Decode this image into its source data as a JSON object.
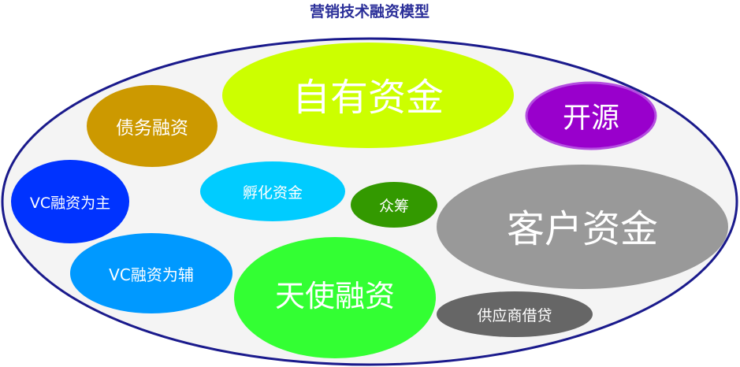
{
  "title": "营销技术融资模型",
  "colors": {
    "outer_fill": "#f4f4f4",
    "outer_stroke": "#1a1a8c",
    "title": "#2b2f99"
  },
  "bubbles": [
    {
      "label": "自有资金",
      "color": "#ccff00"
    },
    {
      "label": "开源",
      "color": "#9900cc"
    },
    {
      "label": "债务融资",
      "color": "#cc9900"
    },
    {
      "label": "VC融资为主",
      "color": "#0033ff"
    },
    {
      "label": "孵化资金",
      "color": "#00ccff"
    },
    {
      "label": "众筹",
      "color": "#339900"
    },
    {
      "label": "客户资金",
      "color": "#999999"
    },
    {
      "label": "VC融资为辅",
      "color": "#0099ff"
    },
    {
      "label": "天使融资",
      "color": "#33ff33"
    },
    {
      "label": "供应商借贷",
      "color": "#666666"
    }
  ]
}
